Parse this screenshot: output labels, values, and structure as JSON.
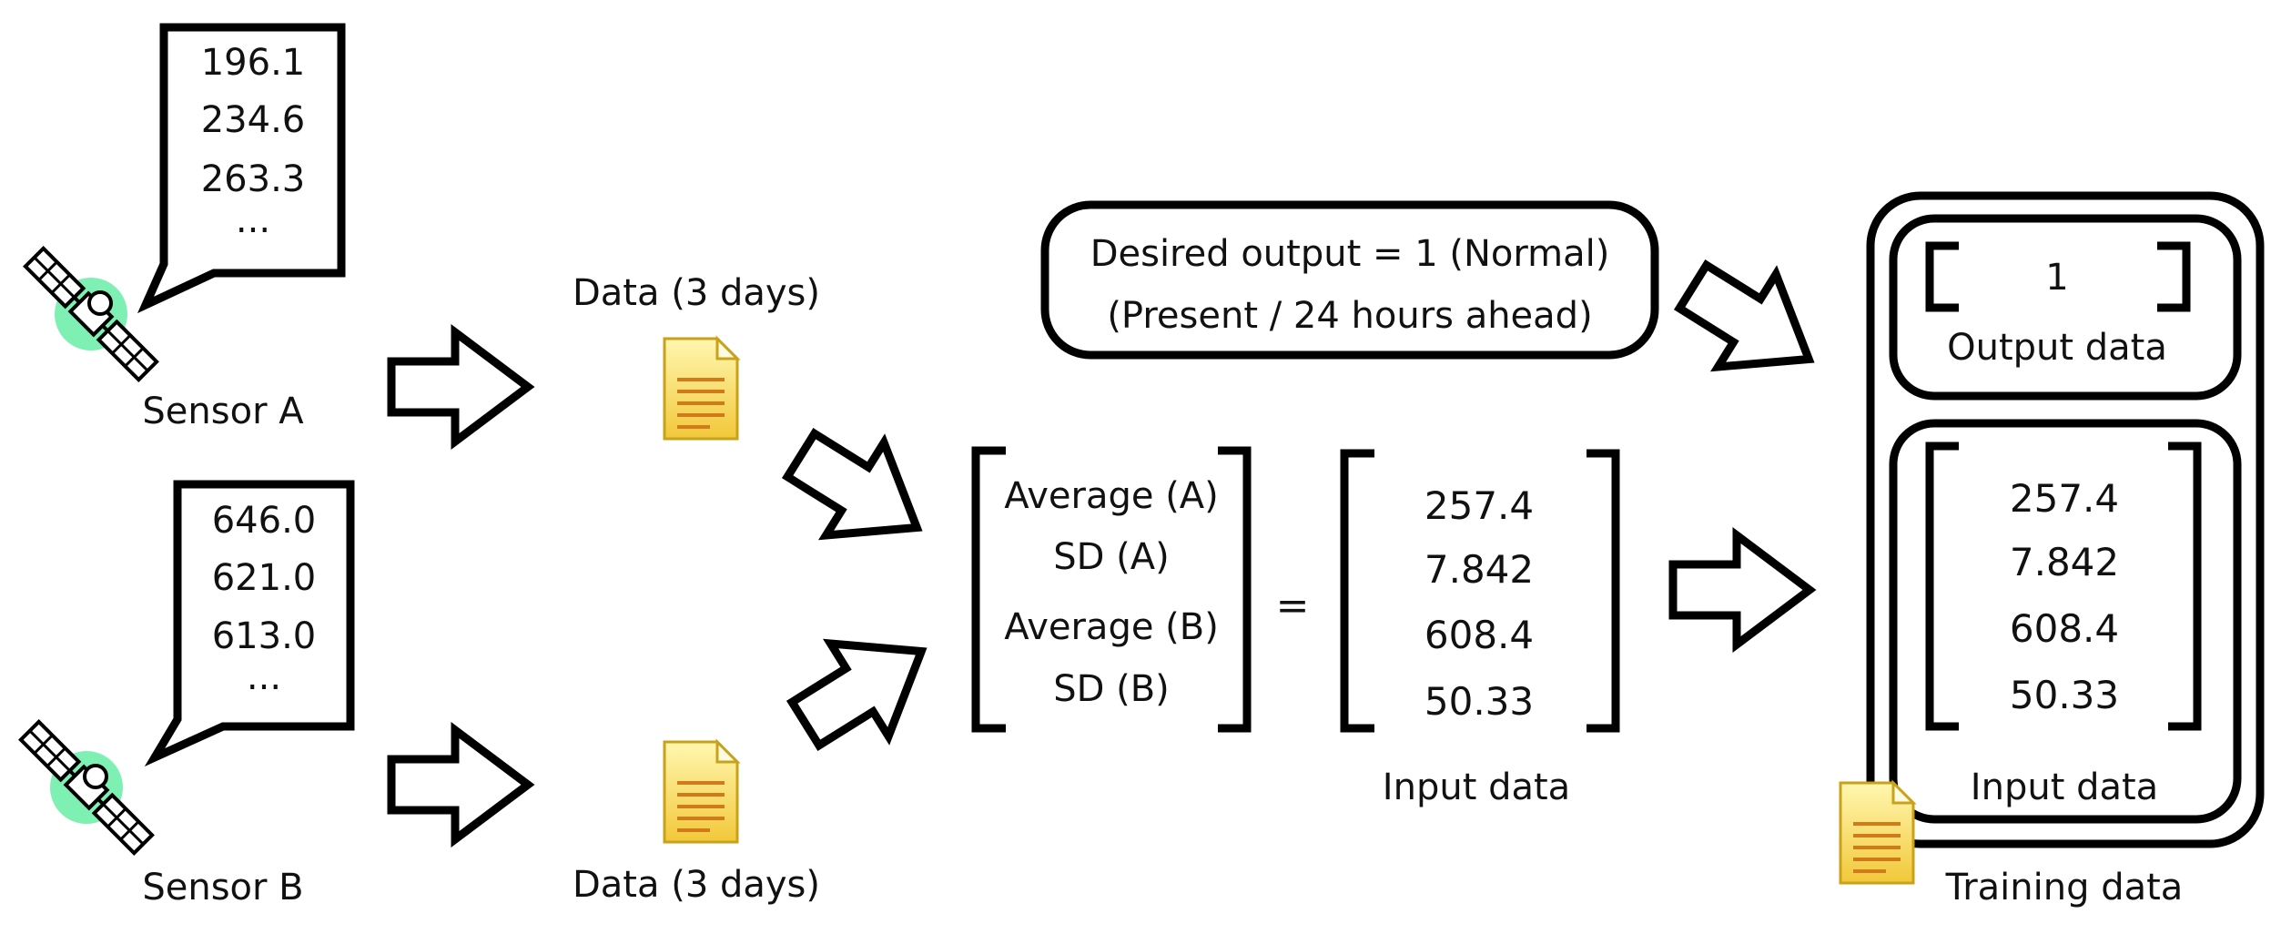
{
  "sensor_a": {
    "label": "Sensor A",
    "readings": [
      "196.1",
      "234.6",
      "263.3",
      "..."
    ]
  },
  "sensor_b": {
    "label": "Sensor B",
    "readings": [
      "646.0",
      "621.0",
      "613.0",
      "..."
    ]
  },
  "data_a_label": "Data (3 days)",
  "data_b_label": "Data (3 days)",
  "features": [
    "Average (A)",
    "SD (A)",
    "Average (B)",
    "SD (B)"
  ],
  "equals": "=",
  "input_values": [
    "257.4",
    "7.842",
    "608.4",
    "50.33"
  ],
  "input_label": "Input data",
  "desired_output": {
    "line1": "Desired output = 1 (Normal)",
    "line2": "(Present / 24 hours ahead)"
  },
  "training": {
    "output_value": "1",
    "output_label": "Output data",
    "input_values": [
      "257.4",
      "7.842",
      "608.4",
      "50.33"
    ],
    "input_label": "Input data",
    "label": "Training data"
  },
  "colors": {
    "satellite_glow": "#7ff0b4",
    "file_fill_top": "#fff7b0",
    "file_fill_bottom": "#f2c83a",
    "file_lines": "#d07a1a",
    "stroke": "#000000"
  },
  "icons": [
    "satellite-icon",
    "document-icon",
    "arrow-icon"
  ]
}
